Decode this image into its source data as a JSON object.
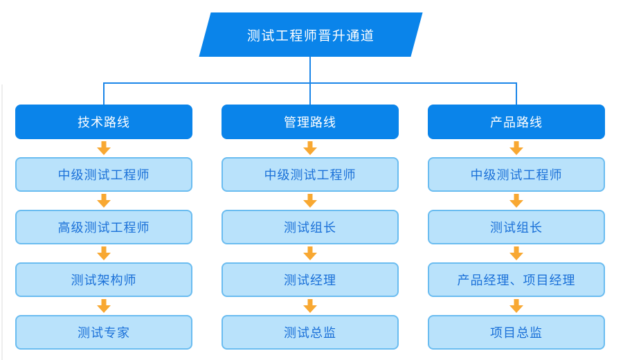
{
  "title": "测试工程师晋升通道",
  "colors": {
    "primary": "#0a84ea",
    "line": "#1a85e8",
    "light_fill": "#b9e2fb",
    "light_border": "#6abcf0",
    "light_text": "#1a70d8",
    "arrow": "#f8a832",
    "background": "#ffffff"
  },
  "columns": [
    {
      "header": "技术路线",
      "steps": [
        "中级测试工程师",
        "高级测试工程师",
        "测试架构师",
        "测试专家"
      ]
    },
    {
      "header": "管理路线",
      "steps": [
        "中级测试工程师",
        "测试组长",
        "测试经理",
        "测试总监"
      ]
    },
    {
      "header": "产品路线",
      "steps": [
        "中级测试工程师",
        "测试组长",
        "产品经理、项目经理",
        "项目总监"
      ]
    }
  ]
}
